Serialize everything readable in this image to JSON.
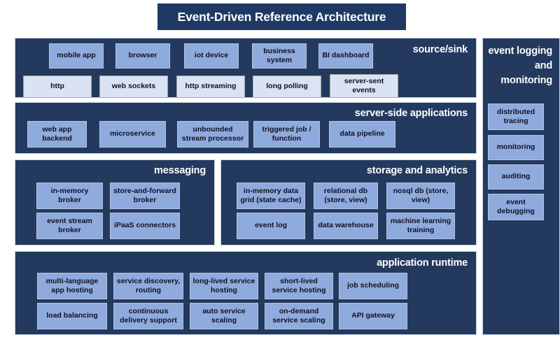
{
  "title": {
    "text": "Event-Driven Reference Architecture"
  },
  "sections": {
    "source_sink": {
      "title": "source/sink",
      "clients": [
        {
          "label": "mobile app"
        },
        {
          "label": "browser"
        },
        {
          "label": "iot device"
        },
        {
          "label": "business system"
        },
        {
          "label": "BI dashboard"
        }
      ],
      "protocols": [
        {
          "label": "http"
        },
        {
          "label": "web sockets"
        },
        {
          "label": "http streaming"
        },
        {
          "label": "long polling"
        },
        {
          "label": "server-sent events"
        }
      ]
    },
    "server_side_applications": {
      "title": "server-side applications",
      "items": [
        {
          "label": "web app backend"
        },
        {
          "label": "microservice"
        },
        {
          "label": "unbounded stream processor"
        },
        {
          "label": "triggered job / function"
        },
        {
          "label": "data pipeline"
        }
      ]
    },
    "messaging": {
      "title": "messaging",
      "items": [
        {
          "label": "in-memory broker"
        },
        {
          "label": "store-and-forward broker"
        },
        {
          "label": "event stream broker"
        },
        {
          "label": "iPaaS connectors"
        }
      ]
    },
    "storage_and_analytics": {
      "title": "storage and analytics",
      "items": [
        {
          "label": "in-memory data grid (state cache)"
        },
        {
          "label": "relational db (store, view)"
        },
        {
          "label": "nosql db (store, view)"
        },
        {
          "label": "event log"
        },
        {
          "label": "data warehouse"
        },
        {
          "label": "machine learning training"
        }
      ]
    },
    "application_runtime": {
      "title": "application runtime",
      "items": [
        {
          "label": "multi-language app hosting"
        },
        {
          "label": "service discovery, routing"
        },
        {
          "label": "long-lived service hosting"
        },
        {
          "label": "short-lived service hosting"
        },
        {
          "label": "job scheduling"
        },
        {
          "label": "load balancing"
        },
        {
          "label": "continuous delivery support"
        },
        {
          "label": "auto service scaling"
        },
        {
          "label": "on-demand service scaling"
        },
        {
          "label": "API gateway"
        }
      ]
    },
    "event_logging_and_monitoring": {
      "title": "event logging and monitoring",
      "items": [
        {
          "label": "distributed tracing"
        },
        {
          "label": "monitoring"
        },
        {
          "label": "auditing"
        },
        {
          "label": "event debugging"
        }
      ]
    }
  },
  "colors": {
    "panel_fill": "#23395d",
    "title_fill": "#1f3864",
    "node_fill": "#8faadc",
    "node_light_fill": "#dae3f3",
    "text_on_dark": "#ffffff",
    "text_on_light": "#111122",
    "page_background": "#ffffff"
  }
}
